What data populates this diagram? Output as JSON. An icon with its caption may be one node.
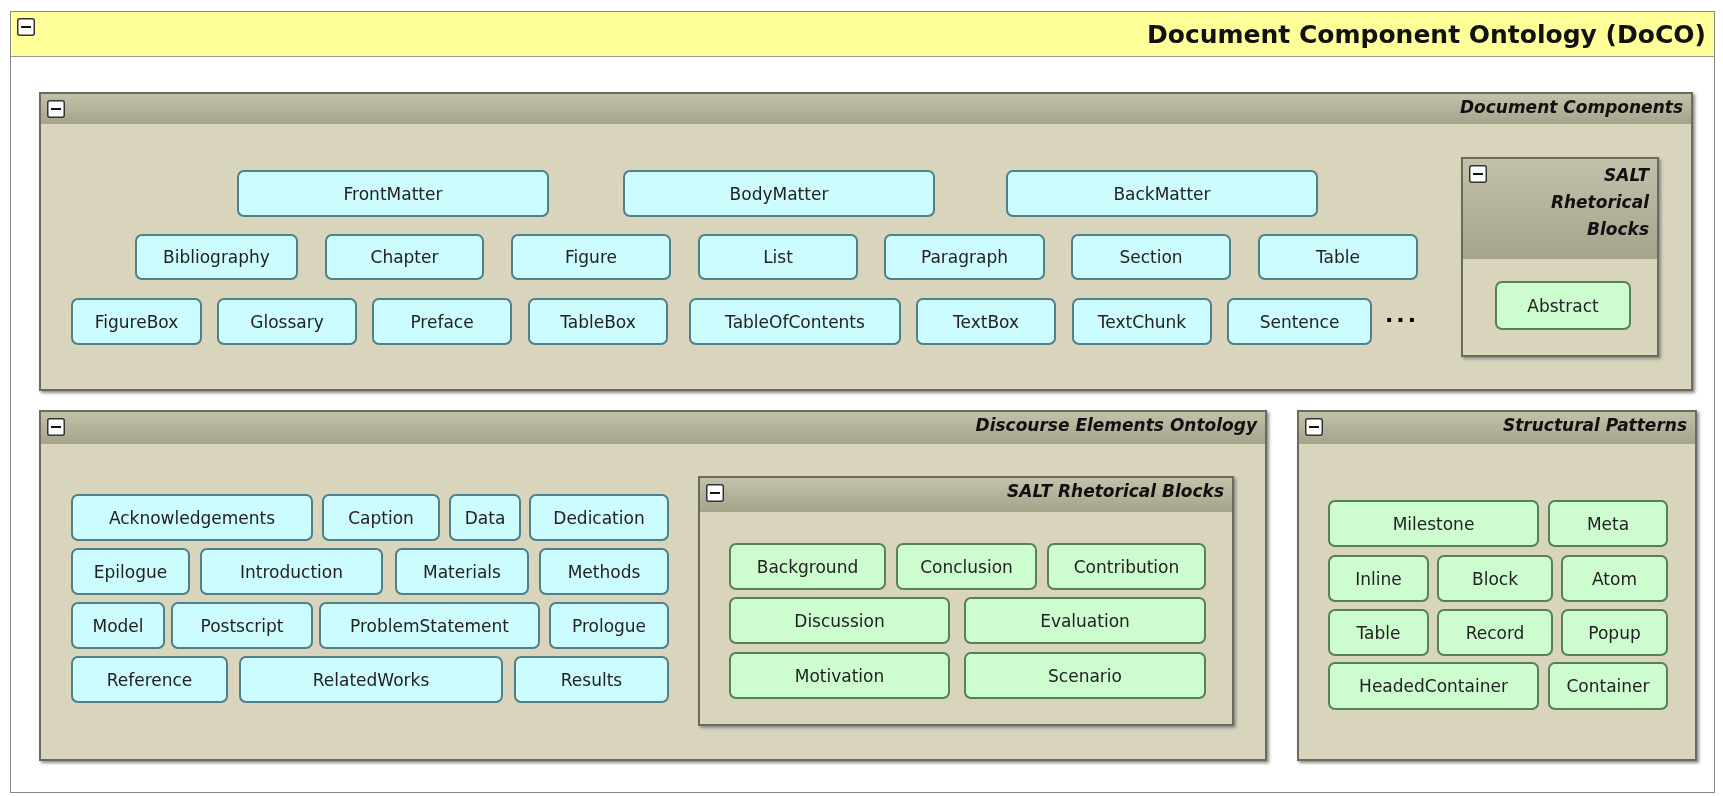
{
  "diagram": {
    "nodes": [
      {
        "text": [
          "Document Component Ontology (DoCO)"
        ]
      },
      {
        "text": [
          "Document Components"
        ],
        "in": 0
      },
      {
        "text": [
          "FrontMatter"
        ],
        "in": 1
      },
      {
        "text": [
          "BodyMatter"
        ],
        "in": 1
      },
      {
        "text": [
          "BackMatter"
        ],
        "in": 1
      },
      {
        "text": [
          "Bibliography"
        ],
        "in": 1
      },
      {
        "text": [
          "Chapter"
        ],
        "in": 1
      },
      {
        "text": [
          "Figure"
        ],
        "in": 1
      },
      {
        "text": [
          "List"
        ],
        "in": 1
      },
      {
        "text": [
          "Paragraph"
        ],
        "in": 1
      },
      {
        "text": [
          "Section"
        ],
        "in": 1
      },
      {
        "text": [
          "Table"
        ],
        "in": 1
      },
      {
        "text": [
          "FigureBox"
        ],
        "in": 1
      },
      {
        "text": [
          "Glossary"
        ],
        "in": 1
      },
      {
        "text": [
          "Preface"
        ],
        "in": 1
      },
      {
        "text": [
          "TableBox"
        ],
        "in": 1
      },
      {
        "text": [
          "TableOfContents"
        ],
        "in": 1
      },
      {
        "text": [
          "TextBox"
        ],
        "in": 1
      },
      {
        "text": [
          "TextChunk"
        ],
        "in": 1
      },
      {
        "text": [
          "Sentence"
        ],
        "in": 1
      },
      {
        "text": [
          "SALT Rhetorical Blocks"
        ],
        "in": 1
      },
      {
        "text": [
          "Abstract"
        ],
        "in": 20
      },
      {
        "text": [
          "Discourse Elements Ontology"
        ],
        "in": 0
      },
      {
        "text": [
          "Acknowledgements"
        ],
        "in": 22
      },
      {
        "text": [
          "Caption"
        ],
        "in": 22
      },
      {
        "text": [
          "Data"
        ],
        "in": 22
      },
      {
        "text": [
          "Dedication"
        ],
        "in": 22
      },
      {
        "text": [
          "Epilogue"
        ],
        "in": 22
      },
      {
        "text": [
          "Introduction"
        ],
        "in": 22
      },
      {
        "text": [
          "Materials"
        ],
        "in": 22
      },
      {
        "text": [
          "Methods"
        ],
        "in": 22
      },
      {
        "text": [
          "Model"
        ],
        "in": 22
      },
      {
        "text": [
          "Postscript"
        ],
        "in": 22
      },
      {
        "text": [
          "ProblemStatement"
        ],
        "in": 22
      },
      {
        "text": [
          "Prologue"
        ],
        "in": 22
      },
      {
        "text": [
          "Reference"
        ],
        "in": 22
      },
      {
        "text": [
          "RelatedWorks"
        ],
        "in": 22
      },
      {
        "text": [
          "Results"
        ],
        "in": 22
      },
      {
        "text": [
          "SALT Rhetorical Blocks"
        ],
        "in": 22
      },
      {
        "text": [
          "Background"
        ],
        "in": 38
      },
      {
        "text": [
          "Conclusion"
        ],
        "in": 38
      },
      {
        "text": [
          "Contribution"
        ],
        "in": 38
      },
      {
        "text": [
          "Discussion"
        ],
        "in": 38
      },
      {
        "text": [
          "Evaluation"
        ],
        "in": 38
      },
      {
        "text": [
          "Motivation"
        ],
        "in": 38
      },
      {
        "text": [
          "Scenario"
        ],
        "in": 38
      },
      {
        "text": [
          "Structural Patterns"
        ],
        "in": 0
      },
      {
        "text": [
          "Milestone"
        ],
        "in": 46
      },
      {
        "text": [
          "Meta"
        ],
        "in": 46
      },
      {
        "text": [
          "Inline"
        ],
        "in": 46
      },
      {
        "text": [
          "Block"
        ],
        "in": 46
      },
      {
        "text": [
          "Atom"
        ],
        "in": 46
      },
      {
        "text": [
          "Table"
        ],
        "in": 46
      },
      {
        "text": [
          "Record"
        ],
        "in": 46
      },
      {
        "text": [
          "Popup"
        ],
        "in": 46
      },
      {
        "text": [
          "HeadedContainer"
        ],
        "in": 46
      },
      {
        "text": [
          "Container"
        ],
        "in": 46
      }
    ],
    "edges": [],
    "labels": [
      "..."
    ]
  }
}
